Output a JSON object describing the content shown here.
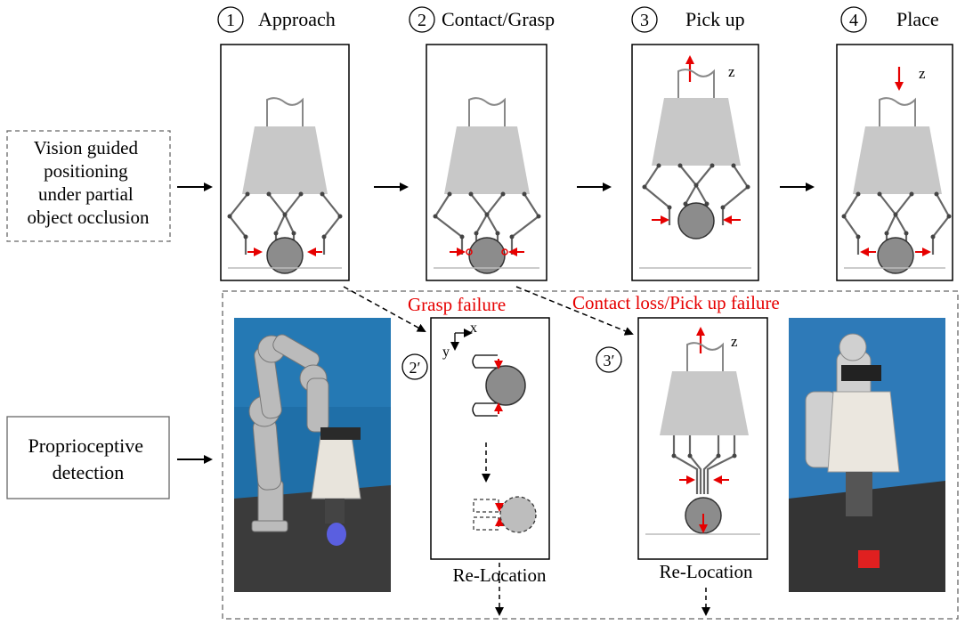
{
  "steps": [
    {
      "num": "1",
      "label": "Approach"
    },
    {
      "num": "2",
      "label": "Contact/Grasp"
    },
    {
      "num": "3",
      "label": "Pick up"
    },
    {
      "num": "4",
      "label": "Place"
    }
  ],
  "left_boxes": {
    "vision": [
      "Vision guided",
      "positioning",
      "under partial",
      "object occlusion"
    ],
    "proprio": [
      "Proprioceptive",
      "detection"
    ]
  },
  "failures": {
    "grasp": "Grasp failure",
    "contact": "Contact loss/Pick up failure"
  },
  "sub_steps": {
    "grasp_num": "2′",
    "pick_num": "3′"
  },
  "relocation": "Re-Location",
  "axes": {
    "x": "x",
    "y": "y",
    "z": "z"
  },
  "colors": {
    "gripper": "#c8c8c8",
    "object": "#8c8c8c",
    "force": "#e60000",
    "failure_text": "#e60000",
    "dashed": "#555555"
  }
}
